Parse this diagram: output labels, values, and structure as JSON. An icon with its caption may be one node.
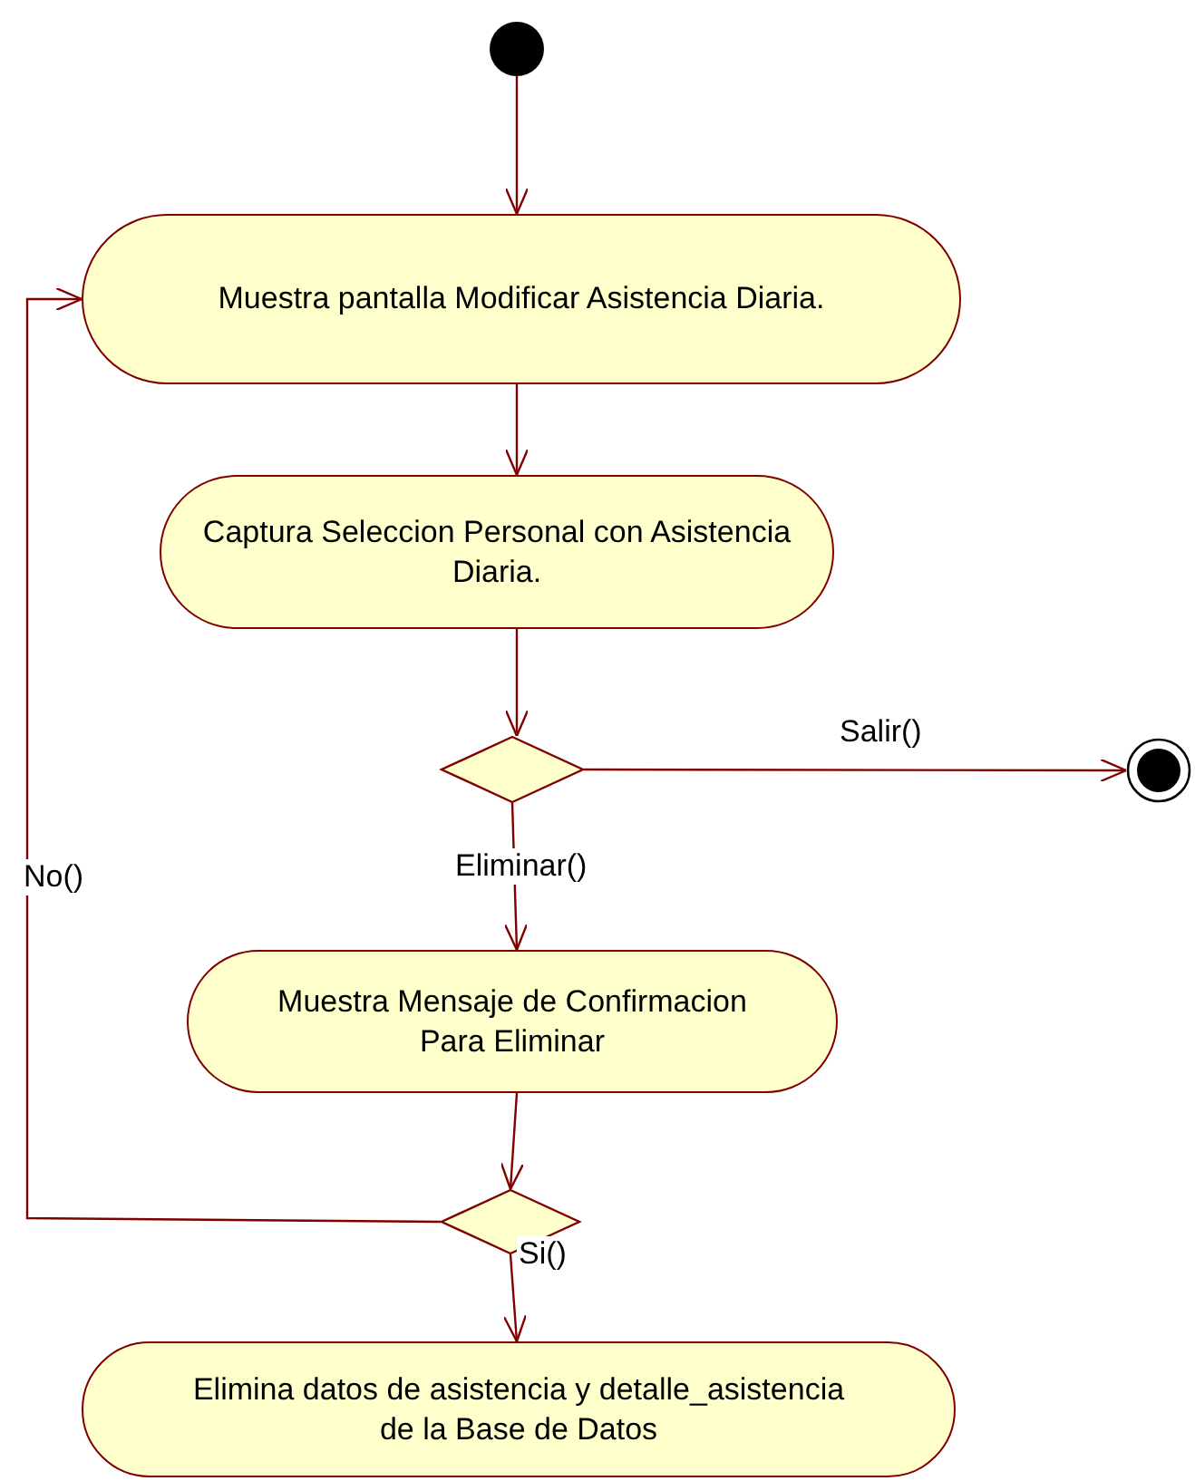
{
  "diagram": {
    "nodes": [
      {
        "text": [],
        "shape": "circle"
      },
      {
        "text": [
          "Muestra pantalla Modificar Asistencia Diaria."
        ]
      },
      {
        "text": [
          "Captura Seleccion Personal con Asistencia Diaria."
        ]
      },
      {
        "text": [],
        "shape": "diamond"
      },
      {
        "text": [],
        "shape": "circle"
      },
      {
        "text": [
          "Muestra Mensaje de Confirmacion Para Eliminar"
        ]
      },
      {
        "text": [],
        "shape": "diamond"
      },
      {
        "text": [
          "Elimina datos de asistencia y detalle_asistencia de la Base de Datos"
        ]
      }
    ],
    "edges": [
      {
        "from": 0,
        "to": 1,
        "arrow": "to"
      },
      {
        "from": 1,
        "to": 2,
        "arrow": "to"
      },
      {
        "from": 2,
        "to": 3,
        "arrow": "to"
      },
      {
        "from": 3,
        "to": 4,
        "arrow": "to",
        "label": "Salir()"
      },
      {
        "from": 3,
        "to": 5,
        "arrow": "to",
        "label": "Eliminar()"
      },
      {
        "from": 5,
        "to": 6,
        "arrow": "to"
      },
      {
        "from": 6,
        "to": 1,
        "arrow": "to",
        "label": "No()"
      },
      {
        "from": 6,
        "to": 7,
        "arrow": "to",
        "label": "Si()"
      }
    ]
  }
}
